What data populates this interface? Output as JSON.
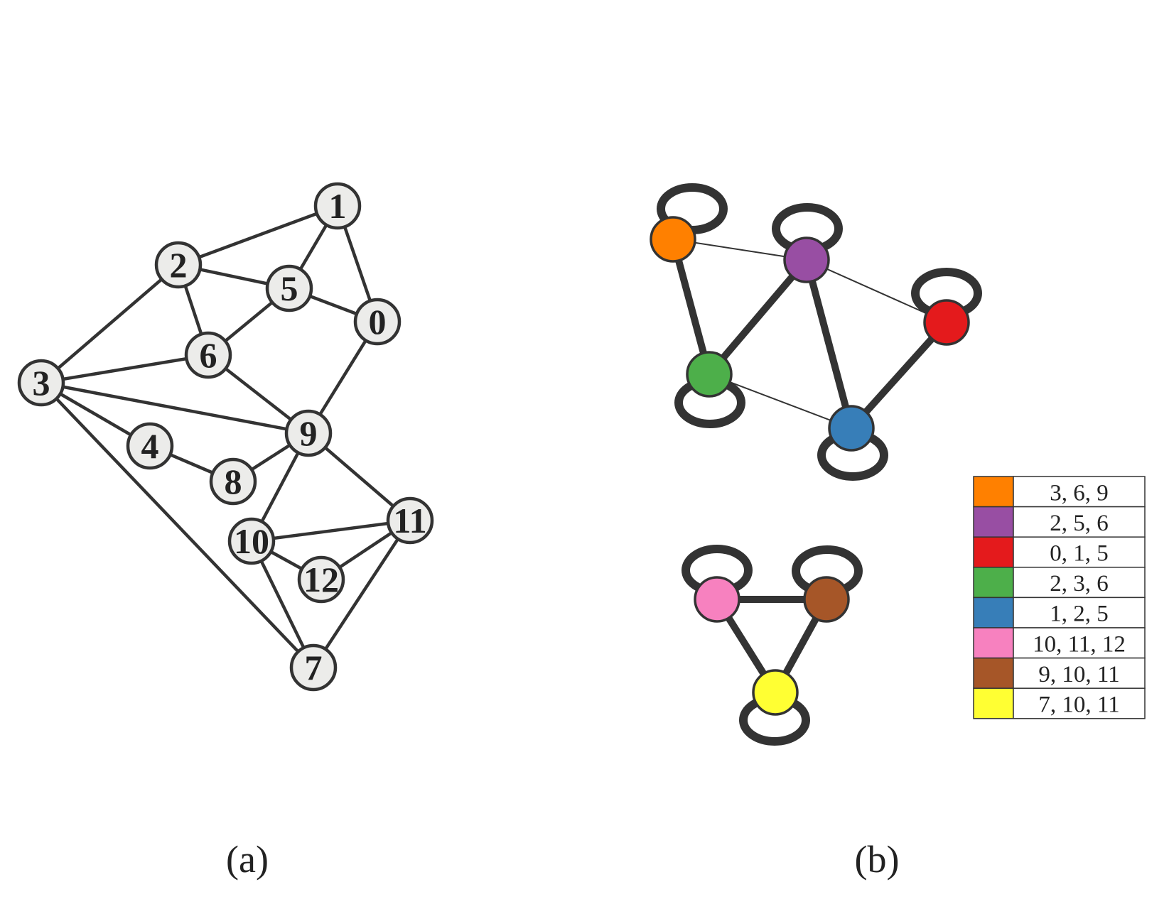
{
  "graph_a": {
    "caption": "(a)",
    "nodes": [
      {
        "id": "0",
        "label": "0"
      },
      {
        "id": "1",
        "label": "1"
      },
      {
        "id": "2",
        "label": "2"
      },
      {
        "id": "3",
        "label": "3"
      },
      {
        "id": "4",
        "label": "4"
      },
      {
        "id": "5",
        "label": "5"
      },
      {
        "id": "6",
        "label": "6"
      },
      {
        "id": "7",
        "label": "7"
      },
      {
        "id": "8",
        "label": "8"
      },
      {
        "id": "9",
        "label": "9"
      },
      {
        "id": "10",
        "label": "10"
      },
      {
        "id": "11",
        "label": "11"
      },
      {
        "id": "12",
        "label": "12"
      }
    ],
    "edges": [
      [
        "2",
        "1"
      ],
      [
        "1",
        "5"
      ],
      [
        "1",
        "0"
      ],
      [
        "2",
        "5"
      ],
      [
        "5",
        "0"
      ],
      [
        "2",
        "6"
      ],
      [
        "6",
        "5"
      ],
      [
        "2",
        "3"
      ],
      [
        "3",
        "6"
      ],
      [
        "6",
        "9"
      ],
      [
        "3",
        "9"
      ],
      [
        "3",
        "4"
      ],
      [
        "4",
        "8"
      ],
      [
        "8",
        "9"
      ],
      [
        "0",
        "9"
      ],
      [
        "3",
        "7"
      ],
      [
        "9",
        "10"
      ],
      [
        "9",
        "11"
      ],
      [
        "10",
        "11"
      ],
      [
        "10",
        "12"
      ],
      [
        "12",
        "11"
      ],
      [
        "10",
        "7"
      ],
      [
        "11",
        "7"
      ]
    ],
    "node_fill": "#ececea",
    "stroke": "#333333"
  },
  "graph_b": {
    "caption": "(b)",
    "nodes": [
      {
        "id": "orange",
        "color": "#ff8000"
      },
      {
        "id": "purple",
        "color": "#984ea3"
      },
      {
        "id": "red",
        "color": "#e41a1c"
      },
      {
        "id": "green",
        "color": "#4daf4a"
      },
      {
        "id": "blue",
        "color": "#377eb8"
      },
      {
        "id": "pink",
        "color": "#f781bf"
      },
      {
        "id": "brown",
        "color": "#a65628"
      },
      {
        "id": "yellow",
        "color": "#ffff33"
      }
    ],
    "edges": [
      {
        "from": "orange",
        "to": "purple",
        "weight": "thin"
      },
      {
        "from": "orange",
        "to": "green",
        "weight": "thick"
      },
      {
        "from": "purple",
        "to": "green",
        "weight": "thick"
      },
      {
        "from": "purple",
        "to": "blue",
        "weight": "thick"
      },
      {
        "from": "purple",
        "to": "red",
        "weight": "thin"
      },
      {
        "from": "red",
        "to": "blue",
        "weight": "thick"
      },
      {
        "from": "green",
        "to": "blue",
        "weight": "thin"
      },
      {
        "from": "pink",
        "to": "brown",
        "weight": "thick"
      },
      {
        "from": "pink",
        "to": "yellow",
        "weight": "thick"
      },
      {
        "from": "brown",
        "to": "yellow",
        "weight": "thick"
      }
    ],
    "self_loops": [
      "orange",
      "purple",
      "red",
      "green",
      "blue",
      "pink",
      "brown",
      "yellow"
    ],
    "stroke": "#333333"
  },
  "legend": {
    "rows": [
      {
        "color": "#ff8000",
        "label": "3, 6, 9"
      },
      {
        "color": "#984ea3",
        "label": "2, 5, 6"
      },
      {
        "color": "#e41a1c",
        "label": "0, 1, 5"
      },
      {
        "color": "#4daf4a",
        "label": "2, 3, 6"
      },
      {
        "color": "#377eb8",
        "label": "1, 2, 5"
      },
      {
        "color": "#f781bf",
        "label": "10, 11, 12"
      },
      {
        "color": "#a65628",
        "label": "9, 10, 11"
      },
      {
        "color": "#ffff33",
        "label": "7, 10, 11"
      }
    ]
  }
}
